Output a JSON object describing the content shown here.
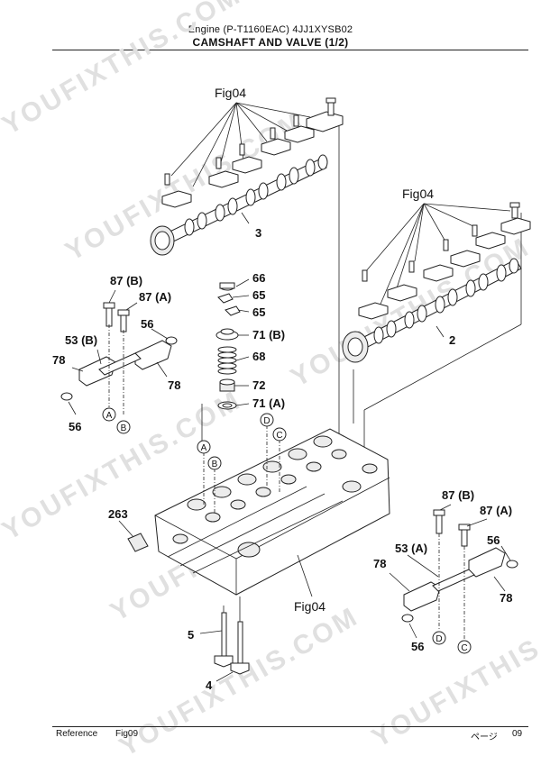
{
  "header": {
    "line1": "Engine (P-T1160EAC) 4JJ1XYSB02",
    "line2": "CAMSHAFT AND VALVE (1/2)"
  },
  "footer": {
    "reference_label": "Reference",
    "reference_value": "Fig09",
    "page_label": "ページ",
    "page_value": "09"
  },
  "watermark": "YOUFIXTHIS.COM",
  "callouts": {
    "fig04_top": "Fig04",
    "fig04_right": "Fig04",
    "fig04_bottom": "Fig04",
    "p3": "3",
    "p2": "2",
    "p66": "66",
    "p65a": "65",
    "p65b": "65",
    "p71b": "71 (B)",
    "p68": "68",
    "p72": "72",
    "p71a": "71 (A)",
    "p87b_left": "87 (B)",
    "p87a_left": "87 (A)",
    "p53b": "53 (B)",
    "p56_left_top": "56",
    "p78_left_a": "78",
    "p78_left_b": "78",
    "p56_left_bot": "56",
    "p263": "263",
    "p5": "5",
    "p4": "4",
    "p87b_right": "87 (B)",
    "p87a_right": "87 (A)",
    "p53a": "53 (A)",
    "p56_right_top": "56",
    "p78_right_a": "78",
    "p78_right_b": "78",
    "p56_right_bot": "56"
  },
  "circled_refs": {
    "a_left": "A",
    "b_left": "B",
    "a_head": "A",
    "b_head": "B",
    "d_head": "D",
    "c_head": "C",
    "d_right": "D",
    "c_right": "C"
  }
}
